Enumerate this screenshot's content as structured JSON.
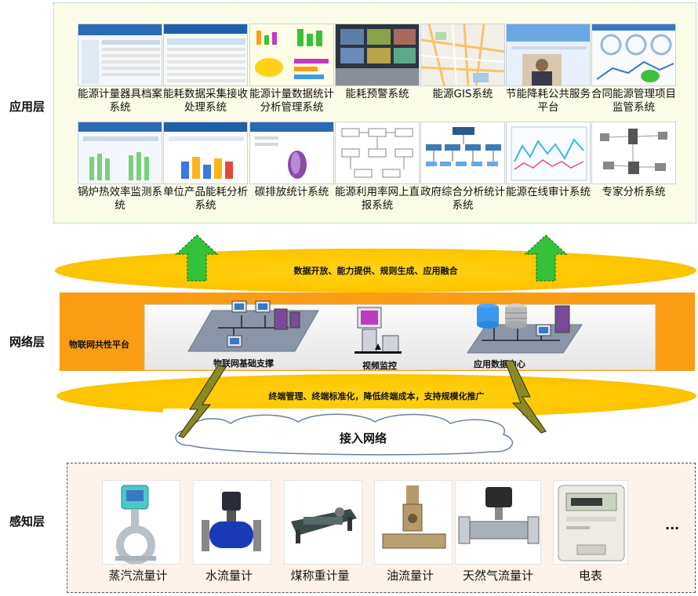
{
  "layers": {
    "application": "应用层",
    "network": "网络层",
    "perception": "感知层"
  },
  "apps": [
    {
      "name": "能源计量器具档案系统"
    },
    {
      "name": "能耗数据采集接收处理系统"
    },
    {
      "name": "能源计量数据统计分析管理系统"
    },
    {
      "name": "能耗预警系统"
    },
    {
      "name": "能源GIS系统"
    },
    {
      "name": "节能降耗公共服务平台"
    },
    {
      "name": "合同能源管理项目监管系统"
    },
    {
      "name": "锅炉热效率监测系统"
    },
    {
      "name": "单位产品能耗分析系统"
    },
    {
      "name": "碳排放统计系统"
    },
    {
      "name": "能源利用率网上直报系统"
    },
    {
      "name": "政府综合分析统计系统"
    },
    {
      "name": "能源在线审计系统"
    },
    {
      "name": "专家分析系统"
    }
  ],
  "bands": {
    "upper": "数据开放、能力提供、规则生成、应用融合",
    "lower": "终端管理、终端标准化，降低终端成本，支持规模化推广"
  },
  "network": {
    "platform": "物联网共性平台",
    "infra": "物联网基础支撑",
    "video": "视频监控",
    "datacenter": "应用数据中心"
  },
  "access": "接入网络",
  "meters": [
    {
      "name": "蒸汽流量计"
    },
    {
      "name": "水流量计"
    },
    {
      "name": "煤称重计量"
    },
    {
      "name": "油流量计"
    },
    {
      "name": "天然气流量计"
    },
    {
      "name": "电表"
    }
  ],
  "more": "...",
  "colors": {
    "network_band": "#fb9c15",
    "ellipse": "#ffc800",
    "arrow": "#35c23a",
    "app_border": "#7ccbbd",
    "perception_bg": "#fdf3ea"
  }
}
